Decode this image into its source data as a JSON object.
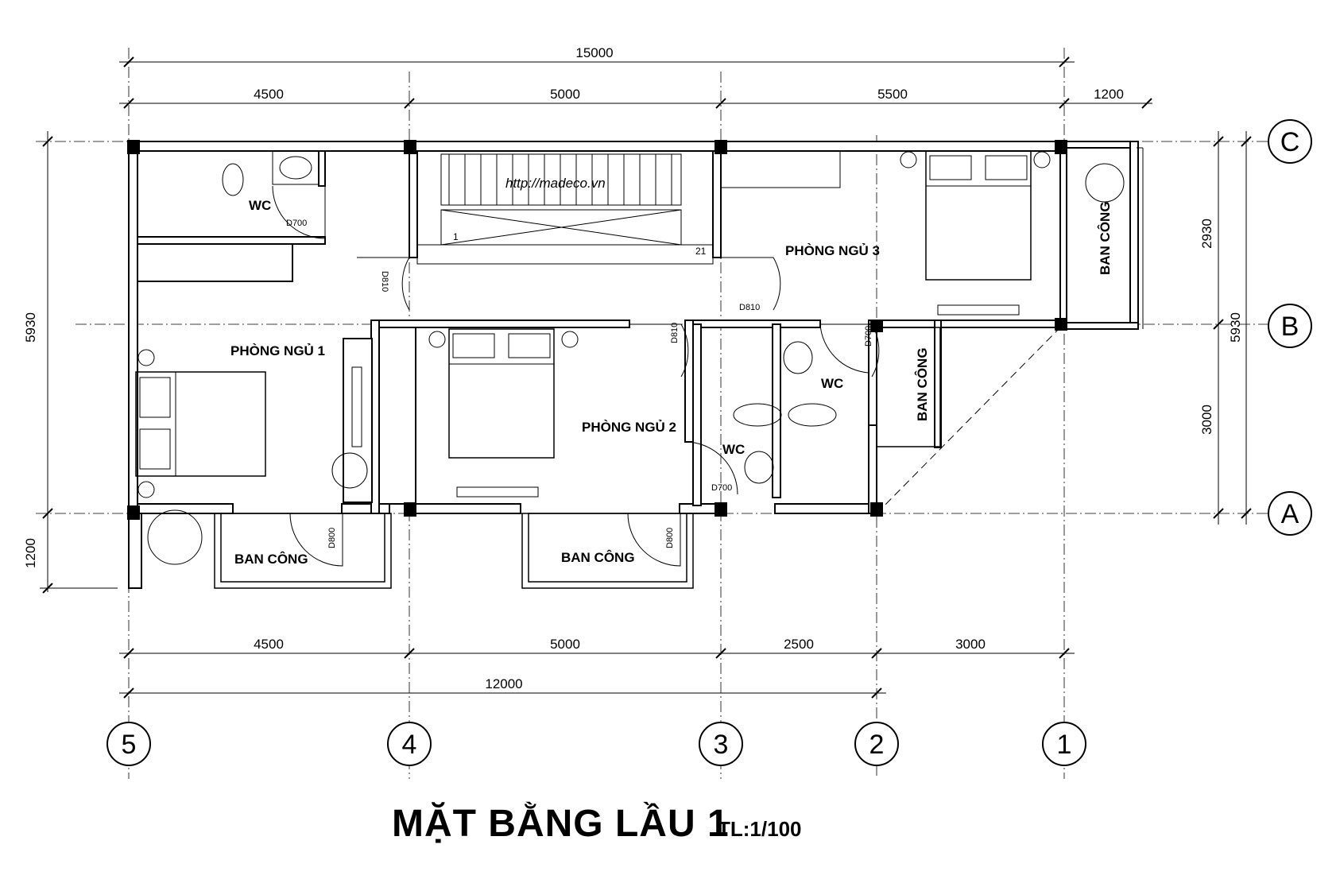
{
  "watermark": "http://madeco.vn",
  "title": "MẶT BẰNG LẦU 1",
  "scale": "TL:1/100",
  "dimensions": {
    "top_total": "15000",
    "top_segments": [
      "4500",
      "5000",
      "5500",
      "1200"
    ],
    "bottom_segments": [
      "4500",
      "5000",
      "2500",
      "3000"
    ],
    "bottom_total": "12000",
    "left_total": "5930",
    "left_balcony": "1200",
    "right_total": "5930",
    "right_upper": "2930",
    "right_lower": "3000"
  },
  "axes": {
    "columns": [
      "5",
      "4",
      "3",
      "2",
      "1"
    ],
    "rows": [
      "C",
      "B",
      "A"
    ]
  },
  "rooms": {
    "bedroom1": "PHÒNG NGỦ 1",
    "bedroom2": "PHÒNG NGỦ 2",
    "bedroom3": "PHÒNG NGỦ 3",
    "wc": "WC",
    "balcony": "BAN CÔNG"
  },
  "door_labels": {
    "d700": "D700",
    "d800": "D800",
    "d810": "D810"
  },
  "stair_labels": {
    "start": "1",
    "end": "21"
  }
}
